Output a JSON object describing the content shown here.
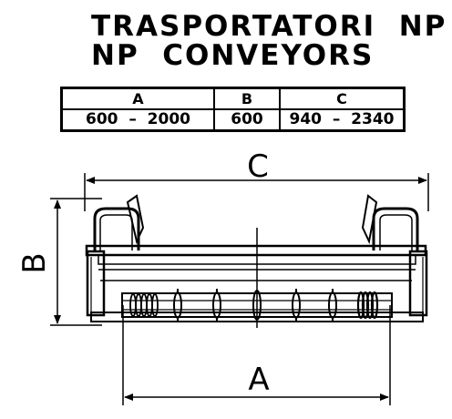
{
  "title": {
    "line1": "TRASPORTATORI  NP",
    "line2": "NP  CONVEYORS"
  },
  "dimension_table": {
    "headers": [
      "A",
      "B",
      "C"
    ],
    "values": [
      "600  –  2000",
      "600",
      "940  –  2340"
    ]
  },
  "drawing": {
    "label_a": "A",
    "label_b": "B",
    "label_c": "C"
  },
  "colors": {
    "line": "#000000",
    "background": "#ffffff"
  }
}
